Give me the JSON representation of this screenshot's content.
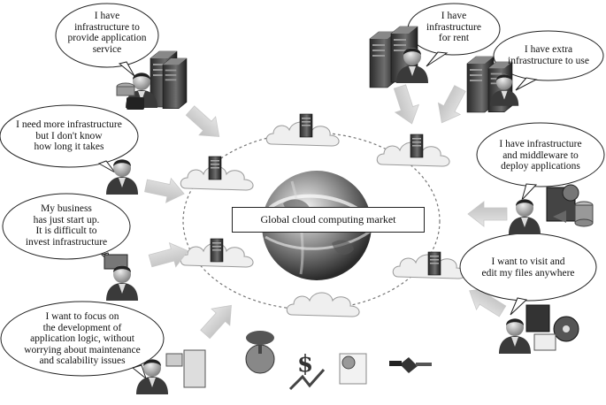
{
  "center_label": "Global cloud computing market",
  "bubbles": {
    "app_service": [
      "I have",
      "infrastructure to",
      "provide application",
      "service"
    ],
    "for_rent": [
      "I have",
      "infrastructure",
      "for rent"
    ],
    "extra_infra": [
      "I have extra",
      "infrastructure to use"
    ],
    "need_more": [
      "I need more infrastructure",
      "but I don't know",
      "how long it takes"
    ],
    "middleware": [
      "I have infrastructure",
      "and middleware to",
      "deploy applications"
    ],
    "startup": [
      "My business",
      "has just start up.",
      "It is difficult to",
      "invest infrastructure"
    ],
    "visit_files": [
      "I want to visit and",
      "edit my files anywhere"
    ],
    "focus_logic": [
      "I want to focus on",
      "the development of",
      "application logic, without",
      "worrying about maintenance",
      "and scalability issues"
    ]
  }
}
